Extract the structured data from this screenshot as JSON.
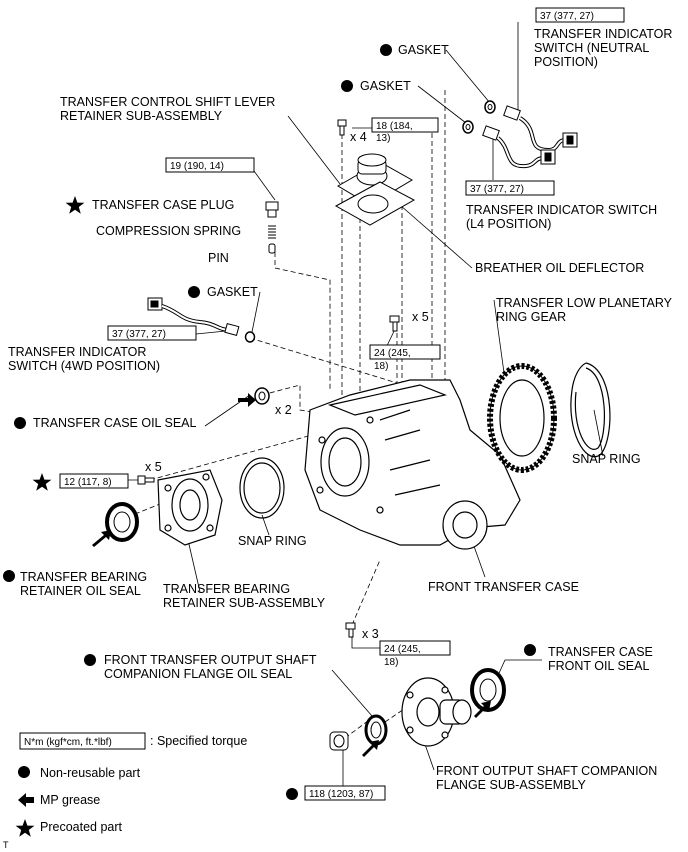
{
  "labels": {
    "gasket_top": "GASKET",
    "gasket_mid": "GASKET",
    "indicator_neutral": [
      "TRANSFER INDICATOR",
      "SWITCH (NEUTRAL",
      "POSITION)"
    ],
    "shift_lever_retainer": [
      "TRANSFER CONTROL SHIFT LEVER",
      "RETAINER SUB-ASSEMBLY"
    ],
    "case_plug": "TRANSFER CASE PLUG",
    "compression_spring": "COMPRESSION SPRING",
    "pin": "PIN",
    "indicator_l4": [
      "TRANSFER INDICATOR SWITCH",
      "(L4 POSITION)"
    ],
    "breather": "BREATHER OIL DEFLECTOR",
    "gasket_4wd": "GASKET",
    "low_planetary": [
      "TRANSFER LOW PLANETARY",
      "RING GEAR"
    ],
    "indicator_4wd": [
      "TRANSFER INDICATOR",
      "SWITCH (4WD POSITION)"
    ],
    "case_oil_seal": "TRANSFER CASE OIL SEAL",
    "snap_ring_right": "SNAP RING",
    "snap_ring_left": "SNAP RING",
    "bearing_oil_seal": [
      "TRANSFER BEARING",
      "RETAINER OIL SEAL"
    ],
    "bearing_retainer": [
      "TRANSFER BEARING",
      "RETAINER SUB-ASSEMBLY"
    ],
    "front_case": "FRONT TRANSFER CASE",
    "front_oil_seal": [
      "TRANSFER CASE",
      "FRONT OIL SEAL"
    ],
    "flange_oil_seal": [
      "FRONT TRANSFER OUTPUT SHAFT",
      "COMPANION FLANGE OIL SEAL"
    ],
    "companion_flange": [
      "FRONT OUTPUT SHAFT COMPANION",
      "FLANGE SUB-ASSEMBLY"
    ]
  },
  "torques": {
    "t1": "37 (377, 27)",
    "t2": [
      "18 (184,",
      "13)"
    ],
    "t3": "19 (190, 14)",
    "t4": "37 (377, 27)",
    "t5": "37 (377, 27)",
    "t6": [
      "24 (245,",
      "18)"
    ],
    "t7": "12 (117, 8)",
    "t8": [
      "24 (245,",
      "18)"
    ],
    "t9": "118 (1203, 87)"
  },
  "quantities": {
    "q_x4": "x 4",
    "q_x5_top": "x 5",
    "q_x2": "x 2",
    "q_x5_left": "x 5",
    "q_x3": "x 3"
  },
  "legend": {
    "torque_box": "N*m (kgf*cm, ft.*lbf)",
    "torque_text": ": Specified torque",
    "non_reusable": "Non-reusable part",
    "mp_grease": "MP grease",
    "precoated": "Precoated part"
  },
  "corner_mark": "T",
  "icons": {
    "non_reusable": "filled-circle-icon",
    "precoated": "star-icon",
    "grease": "arrow-icon"
  }
}
